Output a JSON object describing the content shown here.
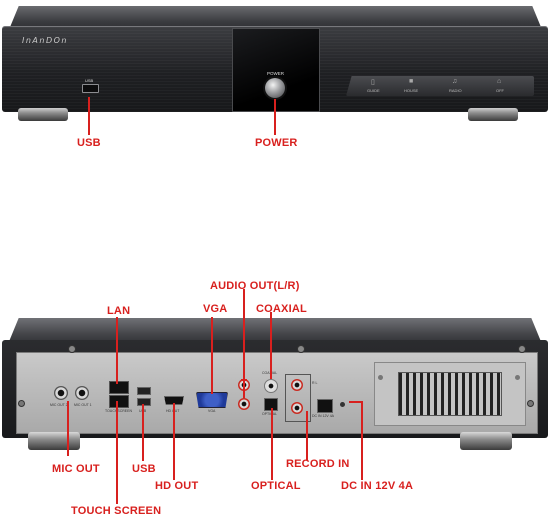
{
  "front": {
    "brand": "InAnDOn",
    "usb_port_label": "USB",
    "power_button_label": "POWER",
    "touch_buttons": [
      {
        "label": "GUIDE",
        "icon": "guide-icon"
      },
      {
        "label": "HOUSE",
        "icon": "house-icon"
      },
      {
        "label": "RADIO",
        "icon": "radio-icon"
      },
      {
        "label": "OFF",
        "icon": "off-icon"
      }
    ]
  },
  "back": {
    "port_labels": {
      "mic_out_2": "MIC OUT 2",
      "mic_out_1": "MIC OUT 1",
      "touchscreen": "TOUCHSCREEN",
      "usb": "USB",
      "hd_out": "HD OUT",
      "vga": "VGA",
      "coaxial": "COAXIAL",
      "optical": "OPTICAL",
      "rec": "R    L",
      "dc_in": "DC IN 12V 4A"
    }
  },
  "callouts": {
    "usb_front": "USB",
    "power": "POWER",
    "audio_out": "AUDIO OUT(L/R)",
    "vga": "VGA",
    "coaxial": "COAXIAL",
    "lan": "LAN",
    "mic_out": "MIC OUT",
    "usb_back": "USB",
    "hd_out": "HD OUT",
    "touch_screen": "TOUCH SCREEN",
    "optical": "OPTICAL",
    "record_in": "RECORD IN",
    "dc_in": "DC IN 12V 4A"
  },
  "colors": {
    "callout": "#d8201e",
    "chassis": "#2a2b2e",
    "back_panel": "#b9b9b9"
  }
}
